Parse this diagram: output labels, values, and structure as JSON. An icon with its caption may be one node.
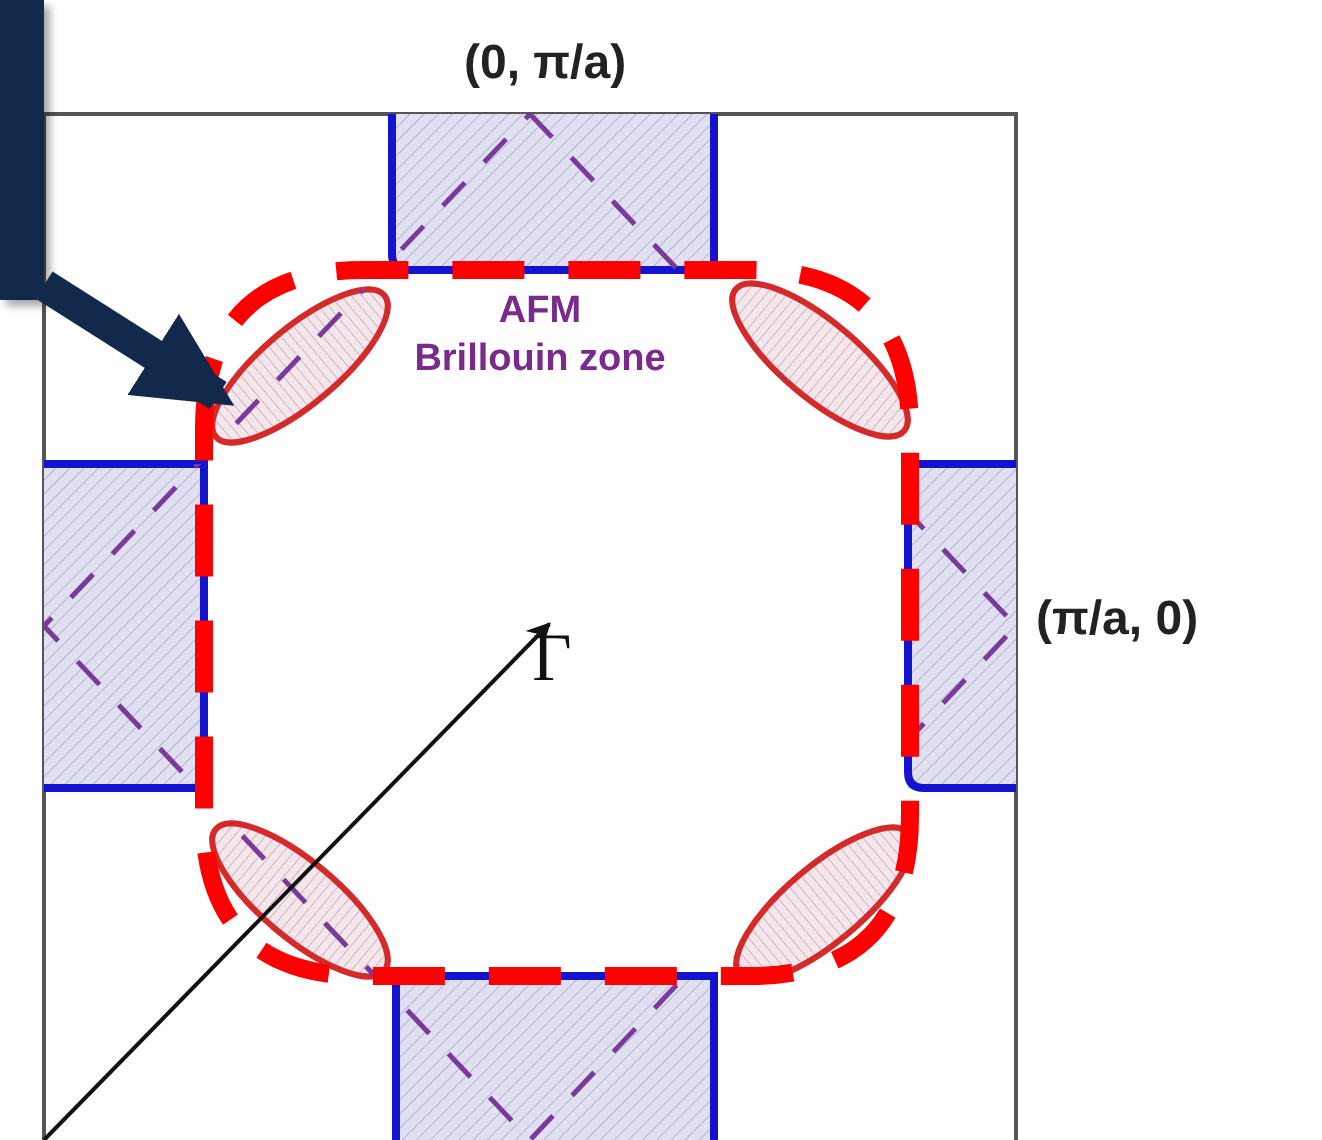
{
  "diagram": {
    "nodes": [
      {
        "text": [],
        "shape": "box"
      },
      {
        "text": [],
        "shape": "ellipse"
      },
      {
        "text": [],
        "shape": "ellipse"
      },
      {
        "text": [
          "Γ"
        ]
      },
      {
        "text": [],
        "shape": "ellipse"
      },
      {
        "text": [],
        "shape": "ellipse"
      }
    ],
    "edges": [
      {
        "from": 0,
        "to": 1,
        "arrow": "to",
        "style": "thick",
        "color": "#13294b"
      },
      {
        "from": null,
        "to": 3,
        "arrow": "to"
      }
    ],
    "labels": [
      "(0, π/a)",
      "AFM Brillouin zone",
      "(π/a, 0)"
    ]
  }
}
